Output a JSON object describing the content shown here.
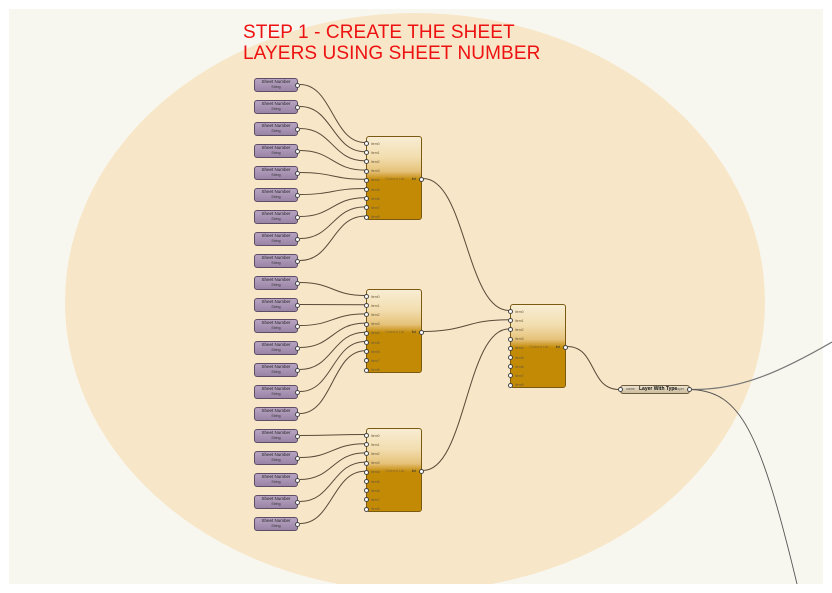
{
  "canvas": {
    "background": "#f8f7ef",
    "group_color": "#f7e6c7",
    "title_color": "#ee1111"
  },
  "title": {
    "line1": "STEP 1 - CREATE THE SHEET",
    "line2": "LAYERS USING SHEET NUMBER"
  },
  "sheet_nodes": [
    {
      "label": "Sheet Number",
      "type": "String"
    },
    {
      "label": "Sheet Number",
      "type": "String"
    },
    {
      "label": "Sheet Number",
      "type": "String"
    },
    {
      "label": "Sheet Number",
      "type": "String"
    },
    {
      "label": "Sheet Number",
      "type": "String"
    },
    {
      "label": "Sheet Number",
      "type": "String"
    },
    {
      "label": "Sheet Number",
      "type": "String"
    },
    {
      "label": "Sheet Number",
      "type": "String"
    },
    {
      "label": "Sheet Number",
      "type": "String"
    },
    {
      "label": "Sheet Number",
      "type": "String"
    },
    {
      "label": "Sheet Number",
      "type": "String"
    },
    {
      "label": "Sheet Number",
      "type": "String"
    },
    {
      "label": "Sheet Number",
      "type": "String"
    },
    {
      "label": "Sheet Number",
      "type": "String"
    },
    {
      "label": "Sheet Number",
      "type": "String"
    },
    {
      "label": "Sheet Number",
      "type": "String"
    },
    {
      "label": "Sheet Number",
      "type": "String"
    },
    {
      "label": "Sheet Number",
      "type": "String"
    },
    {
      "label": "Sheet Number",
      "type": "String"
    },
    {
      "label": "Sheet Number",
      "type": "String"
    },
    {
      "label": "Sheet Number",
      "type": "String"
    }
  ],
  "list_nodes": [
    {
      "name": "Ordered List",
      "output": "list",
      "inputs": [
        "item0",
        "item1",
        "item2",
        "item3",
        "item4",
        "item5",
        "item6",
        "item7",
        "item8"
      ]
    },
    {
      "name": "Ordered List",
      "output": "list",
      "inputs": [
        "item0",
        "item1",
        "item2",
        "item3",
        "item4",
        "item5",
        "item6",
        "item7",
        "item8"
      ]
    },
    {
      "name": "Ordered List",
      "output": "list",
      "inputs": [
        "item0",
        "item1",
        "item2",
        "item3",
        "item4",
        "item5",
        "item6",
        "item7",
        "item8"
      ]
    },
    {
      "name": "Ordered List",
      "output": "list",
      "inputs": [
        "item0",
        "item1",
        "item2",
        "item3",
        "item4",
        "item5",
        "item6",
        "item7",
        "item8"
      ]
    }
  ],
  "layer_node": {
    "input": "name",
    "label": "Layer With Type",
    "output": "layer"
  }
}
